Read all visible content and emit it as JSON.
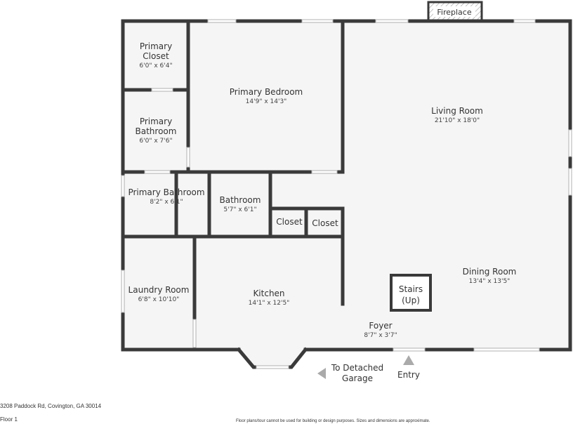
{
  "rooms": {
    "primary_closet": {
      "name_1": "Primary",
      "name_2": "Closet",
      "dims": "6'0\" x 6'4\""
    },
    "primary_bedroom": {
      "name": "Primary Bedroom",
      "dims": "14'9\" x 14'3\""
    },
    "living_room": {
      "name": "Living Room",
      "dims": "21'10\" x 18'0\""
    },
    "primary_bathroom_1": {
      "name_1": "Primary",
      "name_2": "Bathroom",
      "dims": "6'0\" x 7'6\""
    },
    "primary_bathroom_2": {
      "name": "Primary Bathroom",
      "dims": "8'2\" x 6'1\""
    },
    "bathroom": {
      "name": "Bathroom",
      "dims": "5'7\" x 6'1\""
    },
    "closet_1": {
      "name": "Closet"
    },
    "closet_2": {
      "name": "Closet"
    },
    "laundry_room": {
      "name": "Laundry Room",
      "dims": "6'8\" x 10'10\""
    },
    "kitchen": {
      "name": "Kitchen",
      "dims": "14'1\" x 12'5\""
    },
    "dining_room": {
      "name": "Dining Room",
      "dims": "13'4\" x 13'5\""
    },
    "stairs": {
      "name_1": "Stairs",
      "name_2": "(Up)"
    },
    "foyer": {
      "name": "Foyer",
      "dims": "8'7\" x 3'7\""
    }
  },
  "features": {
    "fireplace": "Fireplace"
  },
  "navigation": {
    "detached_garage_1": "To Detached",
    "detached_garage_2": "Garage",
    "entry": "Entry"
  },
  "footer": {
    "address": "3208 Paddock Rd, Covington, GA 30014",
    "floor": "Floor 1",
    "disclaimer": "Floor plans/tour cannot be used for building or design purposes. Sizes and dimensions are approximate."
  },
  "colors": {
    "wall": "#3a3a3a",
    "floor": "#f5f5f5",
    "window": "#ffffff",
    "fireplace_hatch": "#999999",
    "arrow": "#aaaaaa"
  }
}
